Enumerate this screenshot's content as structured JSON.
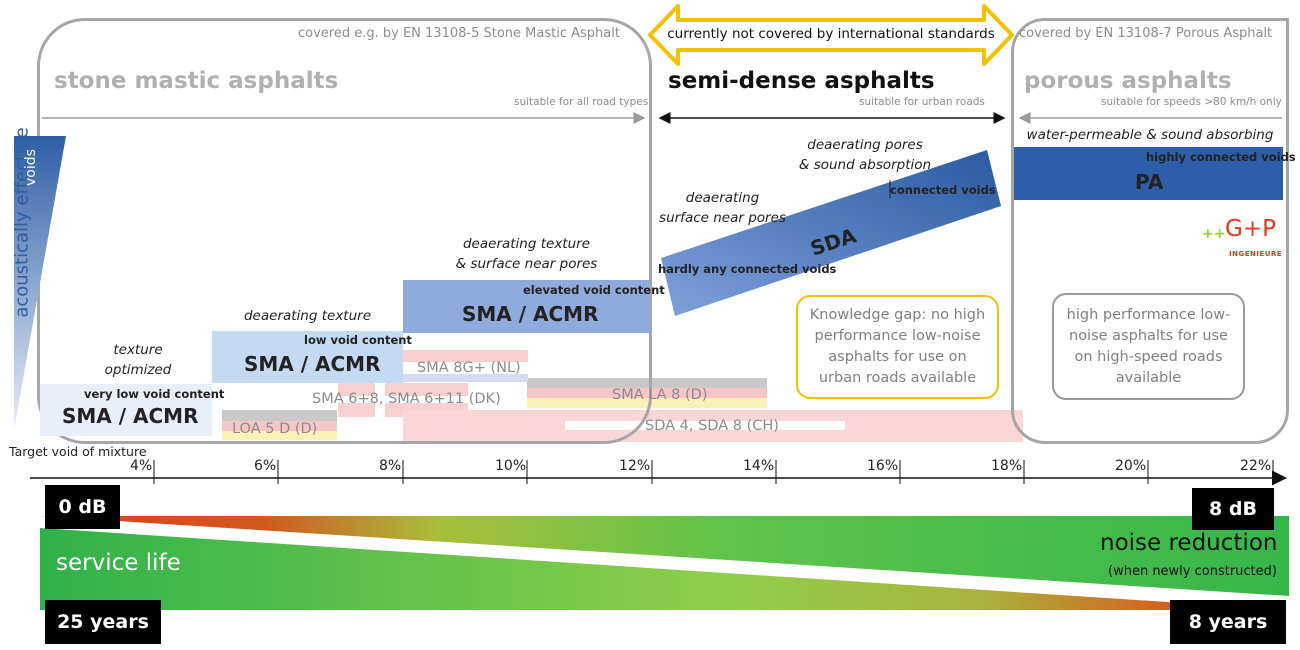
{
  "headers": {
    "sma_coverage": "covered e.g. by EN 13108-5 Stone Mastic Asphalt",
    "gap_banner": "currently not covered by international standards",
    "pa_coverage": "covered by EN 13108-7 Porous Asphalt"
  },
  "categories": {
    "sma": {
      "title": "stone mastic asphalts",
      "suitability": "suitable for all road types"
    },
    "semi": {
      "title": "semi-dense asphalts",
      "suitability": "suitable for urban roads"
    },
    "porous": {
      "title": "porous asphalts",
      "suitability": "suitable for speeds >80 km/h only"
    }
  },
  "y_axis": {
    "label": "acoustically effective",
    "sublabel": "voids"
  },
  "mixtures": {
    "sma1": {
      "desc": "",
      "sublabel": "very low void content",
      "name": "SMA / ACMR"
    },
    "sma2": {
      "desc_line1": "texture",
      "desc_line2": "optimized"
    },
    "sma3": {
      "desc": "deaerating texture",
      "sublabel": "low void content",
      "name": "SMA / ACMR"
    },
    "sma4": {
      "desc_line1": "deaerating texture",
      "desc_line2": "& surface near pores",
      "sublabel": "elevated void content",
      "name": "SMA / ACMR"
    },
    "sda": {
      "desc_a1": "deaerating",
      "desc_a2": "surface near pores",
      "desc_b1": "deaerating pores",
      "desc_b2": "& sound absorption",
      "sub_low": "hardly any connected voids",
      "sub_high": "connected voids",
      "name": "SDA"
    },
    "pa": {
      "desc": "water-permeable & sound absorbing",
      "sublabel": "highly connected voids",
      "name": "PA"
    }
  },
  "national_standards": {
    "sma8g": "SMA 8G+ (NL)",
    "sma6": "SMA 6+8, SMA 6+11 (DK)",
    "smala": "SMA LA 8 (D)",
    "loa": "LOA 5 D (D)",
    "sda4": "SDA 4, SDA 8 (CH)"
  },
  "notes": {
    "gap": "Knowledge gap: no high performance low-noise asphalts for use on urban roads available",
    "hp": "high performance low-noise asphalts for use on high-speed roads available"
  },
  "logo": {
    "text": "G+P",
    "prefix": "++",
    "sub": "INGENIEURE"
  },
  "x_axis": {
    "label": "Target  void of mixture",
    "ticks": [
      "4%",
      "6%",
      "8%",
      "10%",
      "12%",
      "14%",
      "16%",
      "18%",
      "20%",
      "22%"
    ]
  },
  "bottom": {
    "noise_start": "0 dB",
    "noise_end": "8 dB",
    "service_life": "service life",
    "noise_reduction": "noise reduction",
    "noise_note": "(when newly constructed)",
    "life_start": "25 years",
    "life_end": "8 years"
  },
  "colors": {
    "frame": "#a6a6a6",
    "banner": "#f5c000",
    "sma_light": "#c4daf2",
    "sma_mid": "#8faadc",
    "sda_blue": "#2f5f9f",
    "pa_blue": "#2e5eaa",
    "green": "#3cb64b",
    "red": "#e03a1c"
  }
}
